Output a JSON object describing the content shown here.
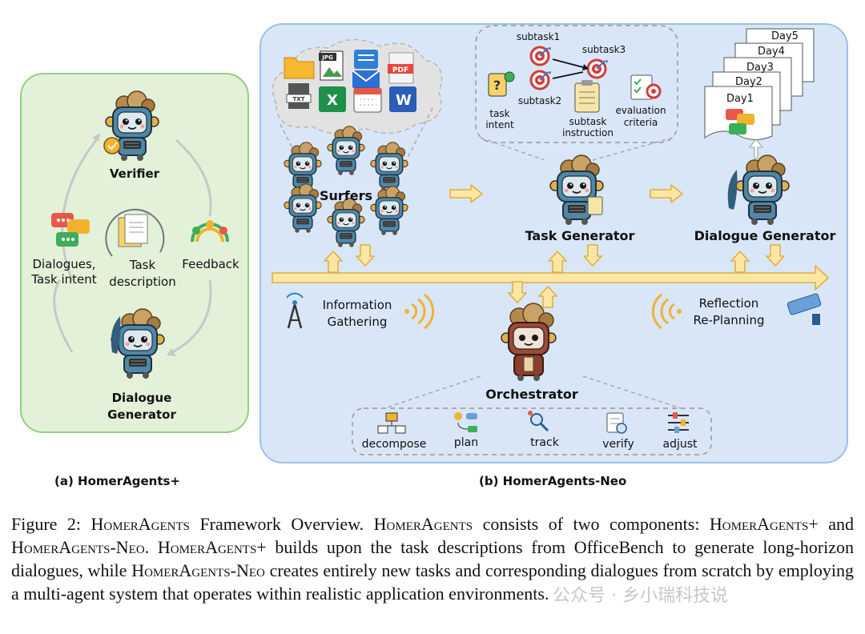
{
  "panel_a": {
    "verifier": "Verifier",
    "dialogues_label_line1": "Dialogues,",
    "dialogues_label_line2": "Task intent",
    "task_label_line1": "Task",
    "task_label_line2": "description",
    "feedback": "Feedback",
    "dialogue_generator_line1": "Dialogue",
    "dialogue_generator_line2": "Generator",
    "caption": "(a)  HomerAgents+"
  },
  "panel_b": {
    "surfers": "Surfers",
    "task_generator": "Task Generator",
    "dialogue_generator": "Dialogue Generator",
    "orchestrator": "Orchestrator",
    "info_line1": "Information",
    "info_line2": "Gathering",
    "reflection_line1": "Reflection",
    "reflection_line2": "Re-Planning",
    "subtask1": "subtask1",
    "subtask2": "subtask2",
    "subtask3": "subtask3",
    "task_intent_line1": "task",
    "task_intent_line2": "intent",
    "subtask_instruction_line1": "subtask",
    "subtask_instruction_line2": "instruction",
    "evaluation_line1": "evaluation",
    "evaluation_line2": "criteria",
    "days": [
      "Day5",
      "Day4",
      "Day3",
      "Day2",
      "Day1"
    ],
    "file_icons": {
      "jpg": "JPG",
      "pdf": "PDF",
      "txt": "TXT"
    },
    "actions": [
      "decompose",
      "plan",
      "track",
      "verify",
      "adjust"
    ],
    "caption": "(b) HomerAgents-Neo"
  },
  "caption": {
    "prefix": "Figure 2: ",
    "name": "HomerAgents",
    "t1": " Framework Overview. ",
    "t2": " consists of two components: ",
    "plus_name": "HomerAgents+",
    "t3": " and ",
    "neo_name": "HomerAgents-Neo",
    "t4": ". ",
    "t5": " builds upon the task descriptions from OfficeBench to generate long-horizon dialogues, while ",
    "t6": " creates entirely new tasks and corresponding dialogues from scratch by employing a multi-agent system that operates within realistic application environments."
  },
  "watermark": "公众号 · 乡小瑞科技说",
  "colors": {
    "panel_a_bg": "#e3f1d9",
    "panel_a_border": "#8fd080",
    "panel_b_bg": "#d8e6f7",
    "panel_b_border": "#9fbfe6",
    "arrow_fill": "#fbe6a6",
    "arrow_stroke": "#e0b13c",
    "robot_body": "#4f87a5",
    "orchestrator_body": "#9c4a3a"
  }
}
